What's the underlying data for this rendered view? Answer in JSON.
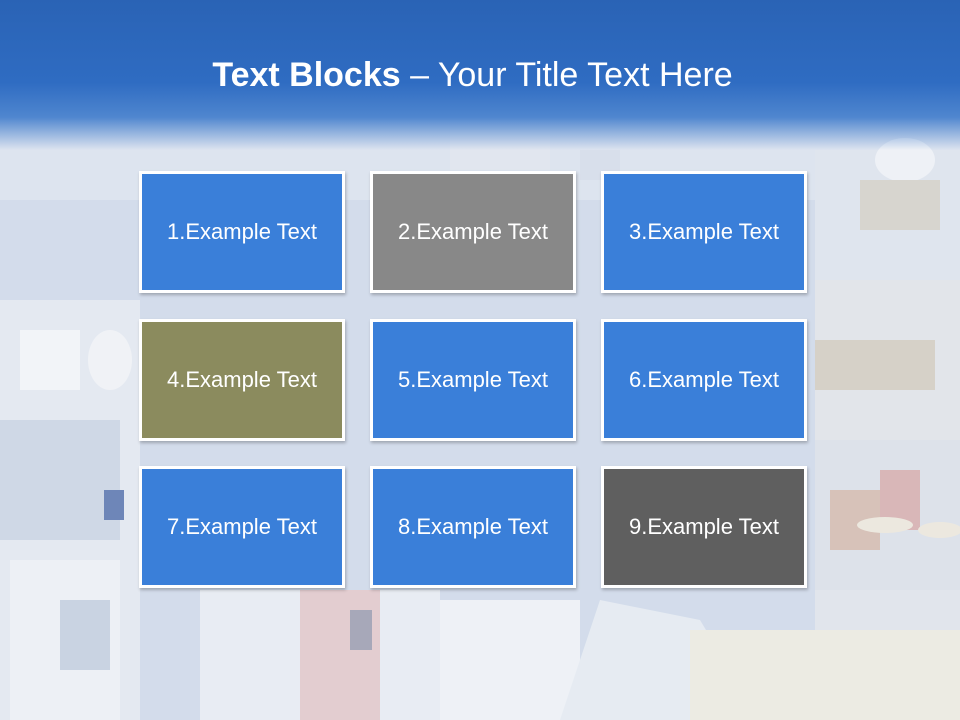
{
  "title": {
    "bold": "Text Blocks",
    "rest": " – Your Title Text Here"
  },
  "colors": {
    "blue": "#3a7fd9",
    "gray": "#888888",
    "olive": "#8b8b5e",
    "dark": "#5f5f5f",
    "header": "#2f6cc2"
  },
  "blocks": [
    {
      "label": "1.Example Text",
      "color": "#3a7fd9"
    },
    {
      "label": "2.Example Text",
      "color": "#888888"
    },
    {
      "label": "3.Example Text",
      "color": "#3a7fd9"
    },
    {
      "label": "4.Example Text",
      "color": "#8b8b5e"
    },
    {
      "label": "5.Example Text",
      "color": "#3a7fd9"
    },
    {
      "label": "6.Example Text",
      "color": "#3a7fd9"
    },
    {
      "label": "7.Example Text",
      "color": "#3a7fd9"
    },
    {
      "label": "8.Example Text",
      "color": "#3a7fd9"
    },
    {
      "label": "9.Example Text",
      "color": "#5f5f5f"
    }
  ]
}
